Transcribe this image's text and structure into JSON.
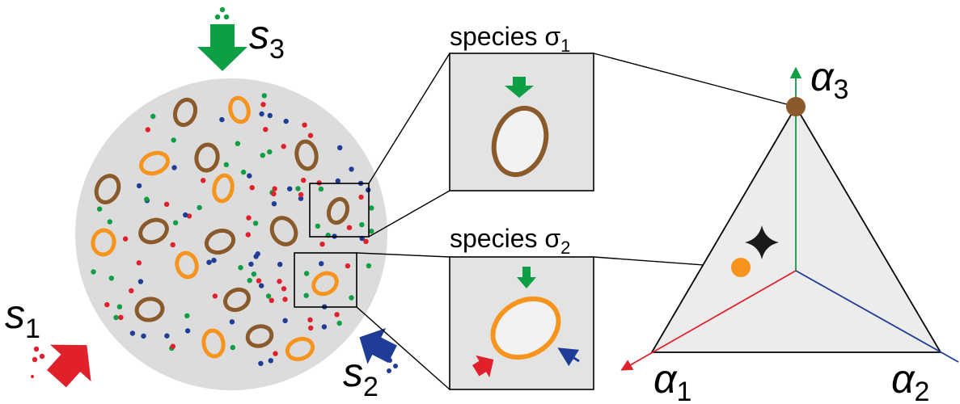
{
  "labels": {
    "s1": "s",
    "s1_sub": "1",
    "s2": "s",
    "s2_sub": "2",
    "s3": "s",
    "s3_sub": "3",
    "species1_prefix": "species σ",
    "species1_sub": "1",
    "species2_prefix": "species σ",
    "species2_sub": "2",
    "a1": "α",
    "a1_sub": "1",
    "a2": "α",
    "a2_sub": "2",
    "a3": "α",
    "a3_sub": "3"
  },
  "colors": {
    "background": "#ffffff",
    "cell_fill": "#dcdcdc",
    "inset_fill": "#e3e3e3",
    "triangle_fill": "#ececec",
    "species1": "#8b5a2b",
    "species2": "#f7941d",
    "nutrient1": "#e0202a",
    "nutrient2": "#1f3c96",
    "nutrient3": "#0e9e44",
    "marker": "#1a1a1a"
  },
  "icons": [
    "arrow-s1-icon",
    "arrow-s2-icon",
    "arrow-s3-icon",
    "star-marker-icon"
  ]
}
